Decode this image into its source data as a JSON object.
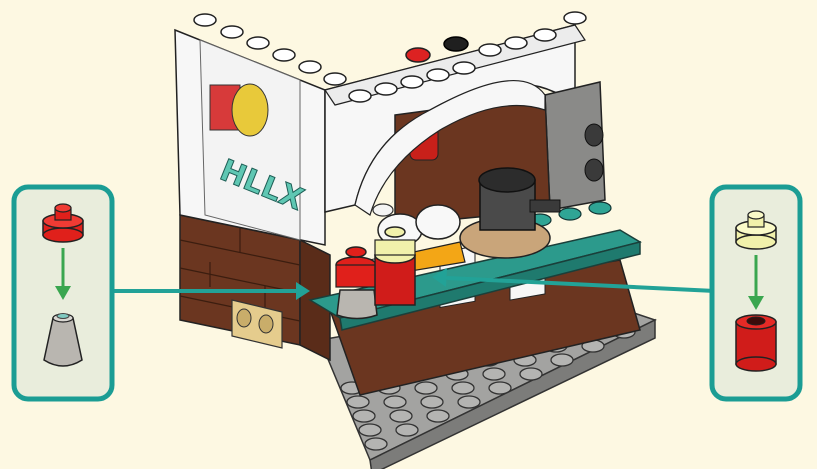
{
  "page": {
    "background": "#fdf8e2"
  },
  "poster": {
    "graffiti_text": "HLLX",
    "graffiti_color": "#5fc7b3"
  },
  "callouts": [
    {
      "side": "left",
      "top_part": {
        "name": "red-round-tile",
        "color": "#e0201b"
      },
      "bottom_part": {
        "name": "trans-clear-cone",
        "color": "#b9b6b0"
      },
      "arrow_color": "#3aa64f"
    },
    {
      "side": "right",
      "top_part": {
        "name": "yellow-round-tile",
        "color": "#f1f1ab"
      },
      "bottom_part": {
        "name": "red-round-brick",
        "color": "#d01c1a"
      },
      "arrow_color": "#3aa64f"
    }
  ],
  "colors": {
    "callout_border": "#1b9d94",
    "callout_fill": "#e9eddc",
    "pointer_arrow": "#22a297",
    "wall_white": "#f7f7f7",
    "brick_brown": "#6b3620",
    "counter_teal": "#2c9a8c",
    "base_gray": "#9c9c9a"
  }
}
